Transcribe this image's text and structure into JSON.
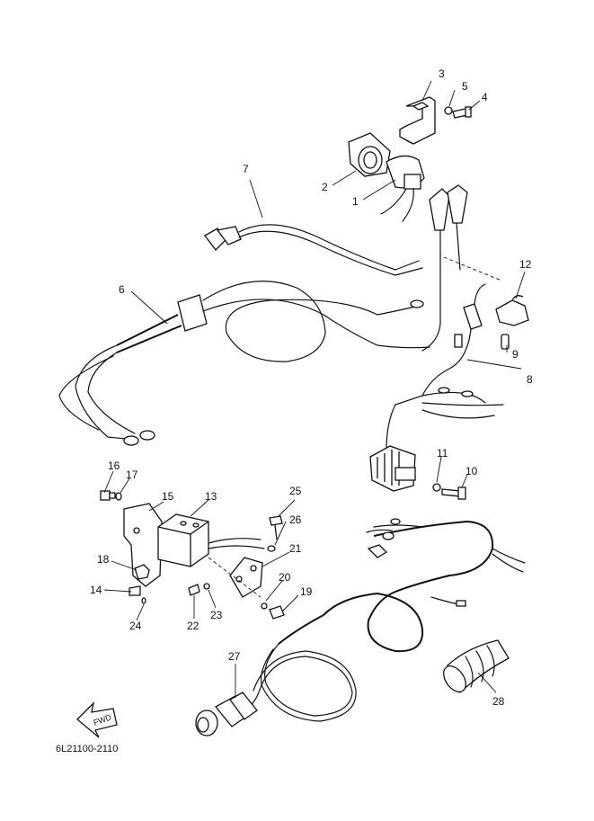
{
  "diagram": {
    "drawing_code": "6L21100-2110",
    "direction_arrow": "FWD",
    "callouts": {
      "p1": "1",
      "p2": "2",
      "p3": "3",
      "p4": "4",
      "p5": "5",
      "p6": "6",
      "p7": "7",
      "p8": "8",
      "p9": "9",
      "p10": "10",
      "p11": "11",
      "p12": "12",
      "p13": "13",
      "p14": "14",
      "p15": "15",
      "p16": "16",
      "p17": "17",
      "p18": "18",
      "p19": "19",
      "p20": "20",
      "p21": "21",
      "p22": "22",
      "p23": "23",
      "p24": "24",
      "p25": "25",
      "p26": "26",
      "p27": "27",
      "p28": "28"
    }
  }
}
